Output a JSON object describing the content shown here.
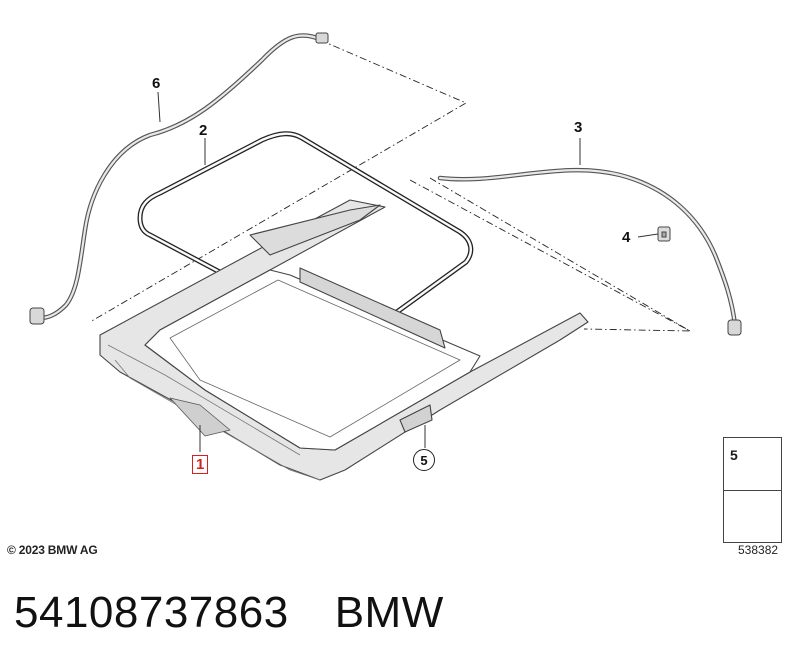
{
  "callouts": {
    "c1": "1",
    "c2": "2",
    "c3": "3",
    "c4": "4",
    "c5": "5",
    "c6": "6"
  },
  "legend": {
    "item": "5"
  },
  "footer": {
    "copyright": "© 2023 BMW AG",
    "figure_number": "538382",
    "part_number": "54108737863",
    "brand": "BMW"
  },
  "colors": {
    "line": "#4a4a4a",
    "highlight": "#d42020",
    "part_fill": "#e6e6e6"
  }
}
